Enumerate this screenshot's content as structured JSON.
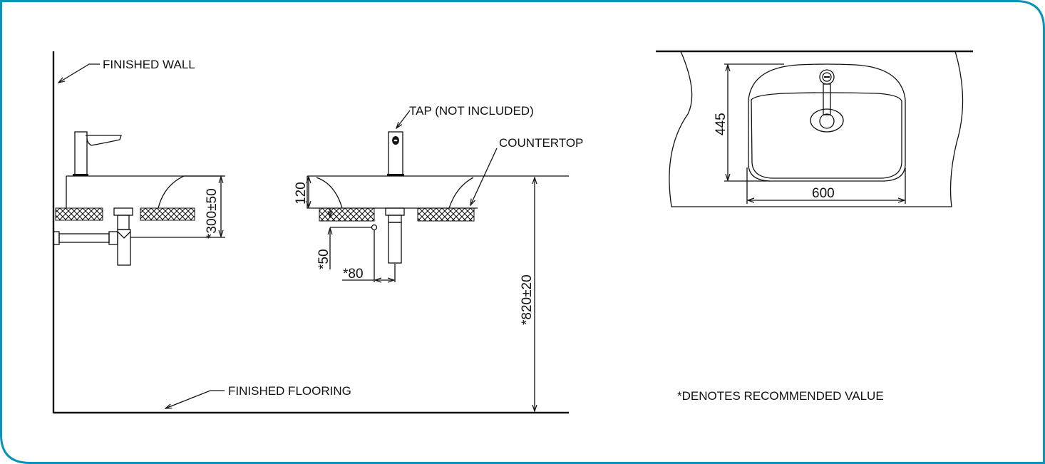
{
  "frame": {
    "border_color": "#0a93b8"
  },
  "side_view": {
    "finished_wall": "FINISHED WALL",
    "finished_flooring": "FINISHED FLOORING",
    "height_dim": "*300±50"
  },
  "front_view": {
    "tap_label": "TAP (NOT INCLUDED)",
    "countertop_label": "COUNTERTOP",
    "basin_height": "120",
    "waste_height": "*50",
    "waste_offset": "*80",
    "counter_height": "*820±20"
  },
  "plan_view": {
    "depth": "445",
    "width": "600"
  },
  "note": "*DENOTES RECOMMENDED VALUE"
}
